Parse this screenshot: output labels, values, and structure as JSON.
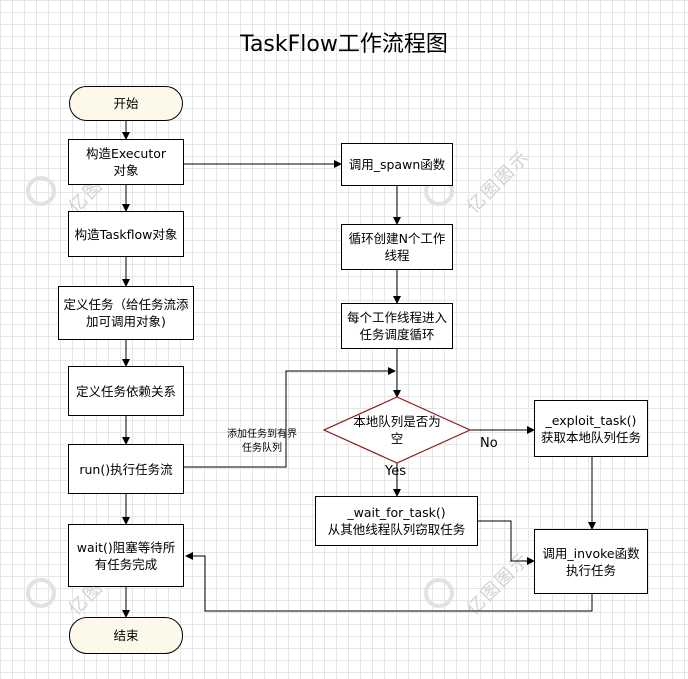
{
  "title": "TaskFlow工作流程图",
  "nodes": {
    "start": "开始",
    "build_executor": "构造Executor\n对象",
    "build_taskflow": "构造Taskflow对象",
    "define_tasks": "定义任务（给任务流添\n加可调用对象)",
    "define_deps": "定义任务依赖关系",
    "run": "run()执行任务流",
    "wait": "wait()阻塞等待所\n有任务完成",
    "end": "结束",
    "call_spawn": "调用_spawn函数",
    "create_threads": "循环创建N个工作\n线程",
    "enter_loop": "每个工作线程进入\n任务调度循环",
    "decision": "本地队列是否为\n空",
    "exploit": "_exploit_task()\n获取本地队列任务",
    "wait_for_task": "_wait_for_task()\n从其他线程队列窃取任务",
    "invoke": "调用_invoke函数\n执行任务"
  },
  "edge_labels": {
    "add_to_queue": "添加任务到有界\n任务队列",
    "yes": "Yes",
    "no": "No"
  },
  "watermark": "亿图图示",
  "colors": {
    "terminal_fill": "#fdf9ea",
    "decision_stroke": "#8b1a1a",
    "line": "#000000"
  }
}
